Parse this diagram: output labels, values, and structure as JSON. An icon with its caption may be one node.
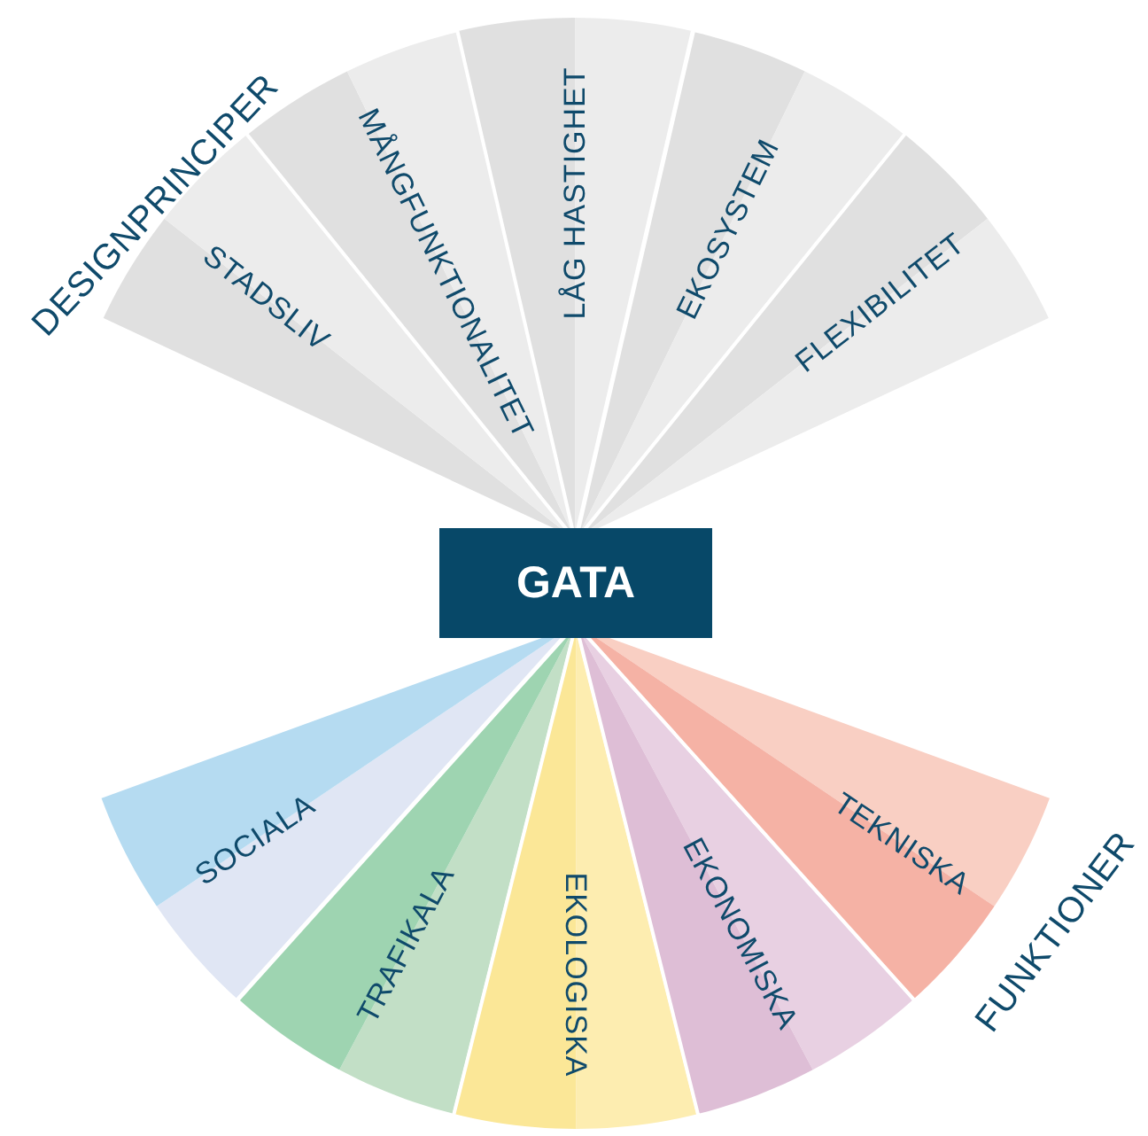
{
  "diagram": {
    "nodes": [
      {
        "text": [
          "STADSLIV"
        ]
      },
      {
        "text": [
          "MÅNGFUNKTIONALITET"
        ]
      },
      {
        "text": [
          "LÅG HASTIGHET"
        ]
      },
      {
        "text": [
          "EKOSYSTEM"
        ]
      },
      {
        "text": [
          "FLEXIBILITET"
        ]
      },
      {
        "text": [
          "GATA"
        ]
      },
      {
        "text": [
          "SOCIALA"
        ]
      },
      {
        "text": [
          "TRAFIKALA"
        ]
      },
      {
        "text": [
          "EKOLOGISKA"
        ]
      },
      {
        "text": [
          "EKONOMISKA"
        ]
      },
      {
        "text": [
          "TEKNISKA"
        ]
      }
    ],
    "edges": [],
    "labels": [
      "DESIGNPRINCIPER",
      "FUNKTIONER"
    ]
  }
}
